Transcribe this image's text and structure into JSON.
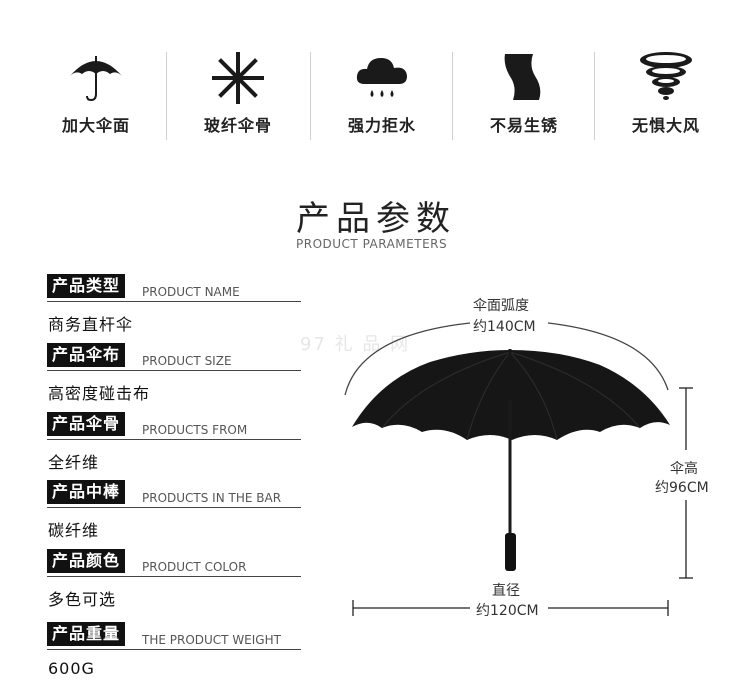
{
  "features": [
    {
      "icon": "umbrella-icon",
      "label": "加大伞面"
    },
    {
      "icon": "asterisk-icon",
      "label": "玻纤伞骨"
    },
    {
      "icon": "rain-cloud-icon",
      "label": "强力拒水"
    },
    {
      "icon": "rust-strip-icon",
      "label": "不易生锈"
    },
    {
      "icon": "tornado-icon",
      "label": "无惧大风"
    }
  ],
  "section": {
    "title": "产品参数",
    "subtitle": "PRODUCT PARAMETERS"
  },
  "params": [
    {
      "tag": "产品类型",
      "en": "PRODUCT NAME",
      "value": "商务直杆伞"
    },
    {
      "tag": "产品伞布",
      "en": "PRODUCT SIZE",
      "value": "高密度碰击布"
    },
    {
      "tag": "产品伞骨",
      "en": "PRODUCTS FROM",
      "value": "全纤维"
    },
    {
      "tag": "产品中棒",
      "en": "PRODUCTS IN THE BAR",
      "value": "碳纤维"
    },
    {
      "tag": "产品颜色",
      "en": "PRODUCT COLOR",
      "value": "多色可选"
    },
    {
      "tag": "产品重量",
      "en": "THE PRODUCT WEIGHT",
      "value": "600G"
    }
  ],
  "dimensions": {
    "arc_label": "伞面弧度",
    "arc_value": "约140CM",
    "height_label": "伞高",
    "height_value": "约96CM",
    "diameter_label": "直径",
    "diameter_value": "约120CM"
  },
  "watermark": "97 礼 品 网"
}
